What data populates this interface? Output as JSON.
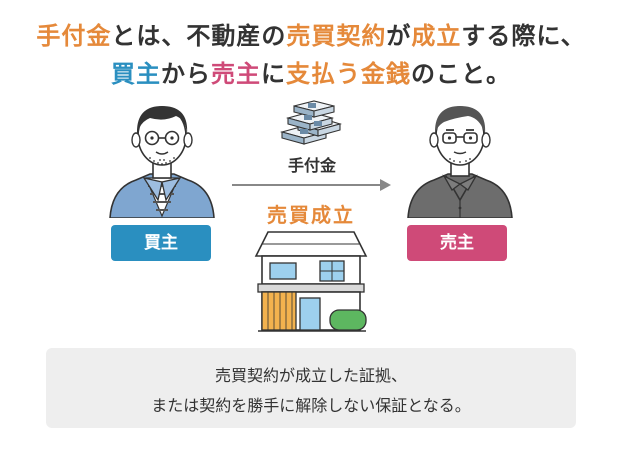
{
  "headline": {
    "line1": [
      {
        "text": "手付金",
        "tone": "orange"
      },
      {
        "text": "とは、不動産の",
        "tone": "plain"
      },
      {
        "text": "売買契約",
        "tone": "orange"
      },
      {
        "text": "が",
        "tone": "plain"
      },
      {
        "text": "成立",
        "tone": "orange"
      },
      {
        "text": "する際に、",
        "tone": "plain"
      }
    ],
    "line2": [
      {
        "text": "買主",
        "tone": "blue"
      },
      {
        "text": "から",
        "tone": "plain"
      },
      {
        "text": "売主",
        "tone": "pink"
      },
      {
        "text": "に",
        "tone": "plain"
      },
      {
        "text": "支払う金銭",
        "tone": "orange"
      },
      {
        "text": "のこと。",
        "tone": "plain"
      }
    ]
  },
  "diagram": {
    "buyer_label": "買主",
    "seller_label": "売主",
    "transfer_label": "手付金",
    "contract_label": "売買成立",
    "icons": [
      "money-stack-icon",
      "house-icon",
      "arrow-right-icon",
      "buyer-person-icon",
      "seller-person-icon"
    ]
  },
  "note": {
    "line1": "売買契約が成立した証拠、",
    "line2": "または契約を勝手に解除しない保証となる。"
  },
  "colors": {
    "orange": "#e5893a",
    "blue": "#2a8fc0",
    "pink": "#cf4a78",
    "note_bg": "#eeeeee"
  }
}
